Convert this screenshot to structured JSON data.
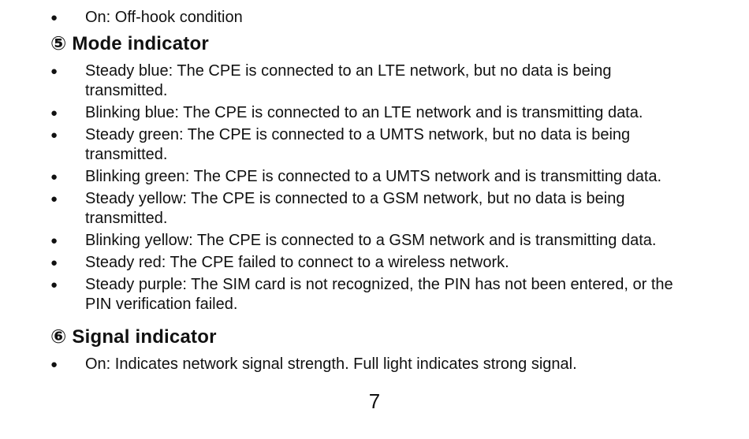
{
  "top_list": [
    {
      "text": "On: Off-hook condition"
    }
  ],
  "sections": {
    "mode": {
      "title": "⑤ Mode indicator",
      "items": [
        {
          "text": "Steady blue: The CPE is connected to an LTE network, but no data is being transmitted."
        },
        {
          "text": "Blinking blue: The CPE is connected to an LTE network and is transmitting data."
        },
        {
          "text": "Steady green: The CPE is connected to a UMTS network, but no data is being transmitted."
        },
        {
          "text": "Blinking green: The CPE is connected to a UMTS network and is transmitting data."
        },
        {
          "text": "Steady yellow: The CPE is connected to a GSM network, but no data is being transmitted."
        },
        {
          "text": "Blinking yellow: The CPE is connected to a GSM network and is transmitting data."
        },
        {
          "text": "Steady red: The CPE failed to connect to a wireless network."
        },
        {
          "text": "Steady purple: The SIM card is not recognized, the PIN has not been entered, or the PIN verification failed."
        }
      ]
    },
    "signal": {
      "title": "⑥ Signal indicator",
      "items": [
        {
          "text": "On: Indicates network signal strength. Full light indicates strong signal."
        }
      ]
    }
  },
  "bullet_glyph": "●",
  "page_number": "7"
}
